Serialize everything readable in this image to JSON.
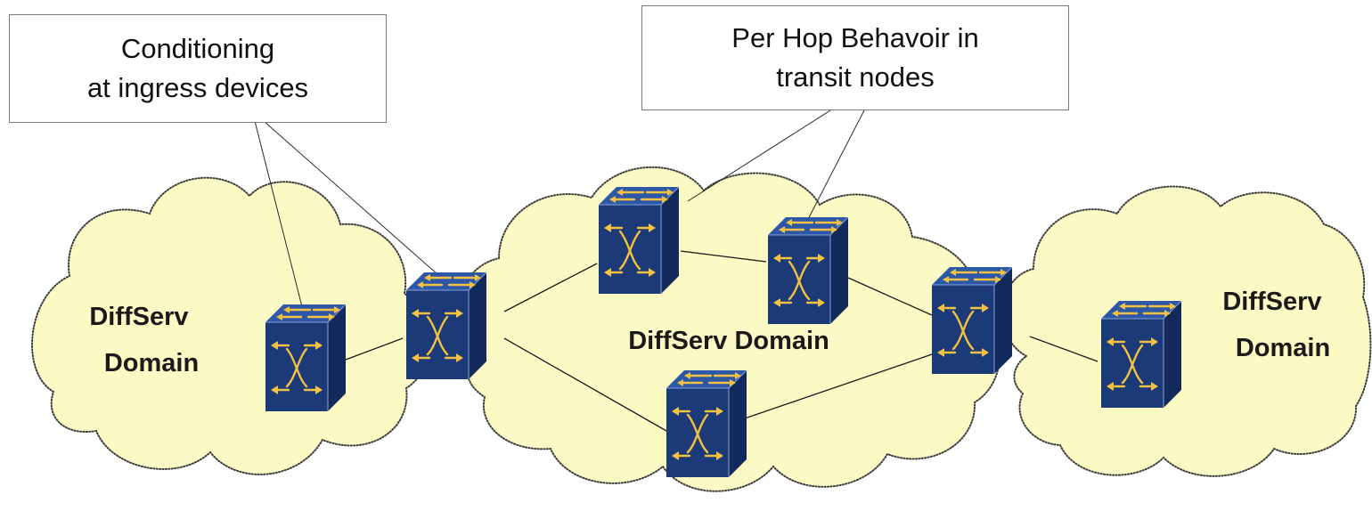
{
  "callouts": [
    {
      "lines": [
        "Conditioning",
        "at ingress devices"
      ]
    },
    {
      "lines": [
        "Per Hop Behavoir in",
        "transit nodes"
      ]
    }
  ],
  "domains": {
    "left": {
      "lines": [
        "DiffServ",
        "Domain"
      ]
    },
    "center": {
      "lines": [
        "DiffServ Domain"
      ]
    },
    "right": {
      "lines": [
        "DiffServ",
        "Domain"
      ]
    }
  },
  "colors": {
    "cloud_fill": "#fbf9c4",
    "switch_body": "#1c3a78",
    "switch_arrows": "#f2c141"
  },
  "icons": [
    "network-switch-icon"
  ]
}
